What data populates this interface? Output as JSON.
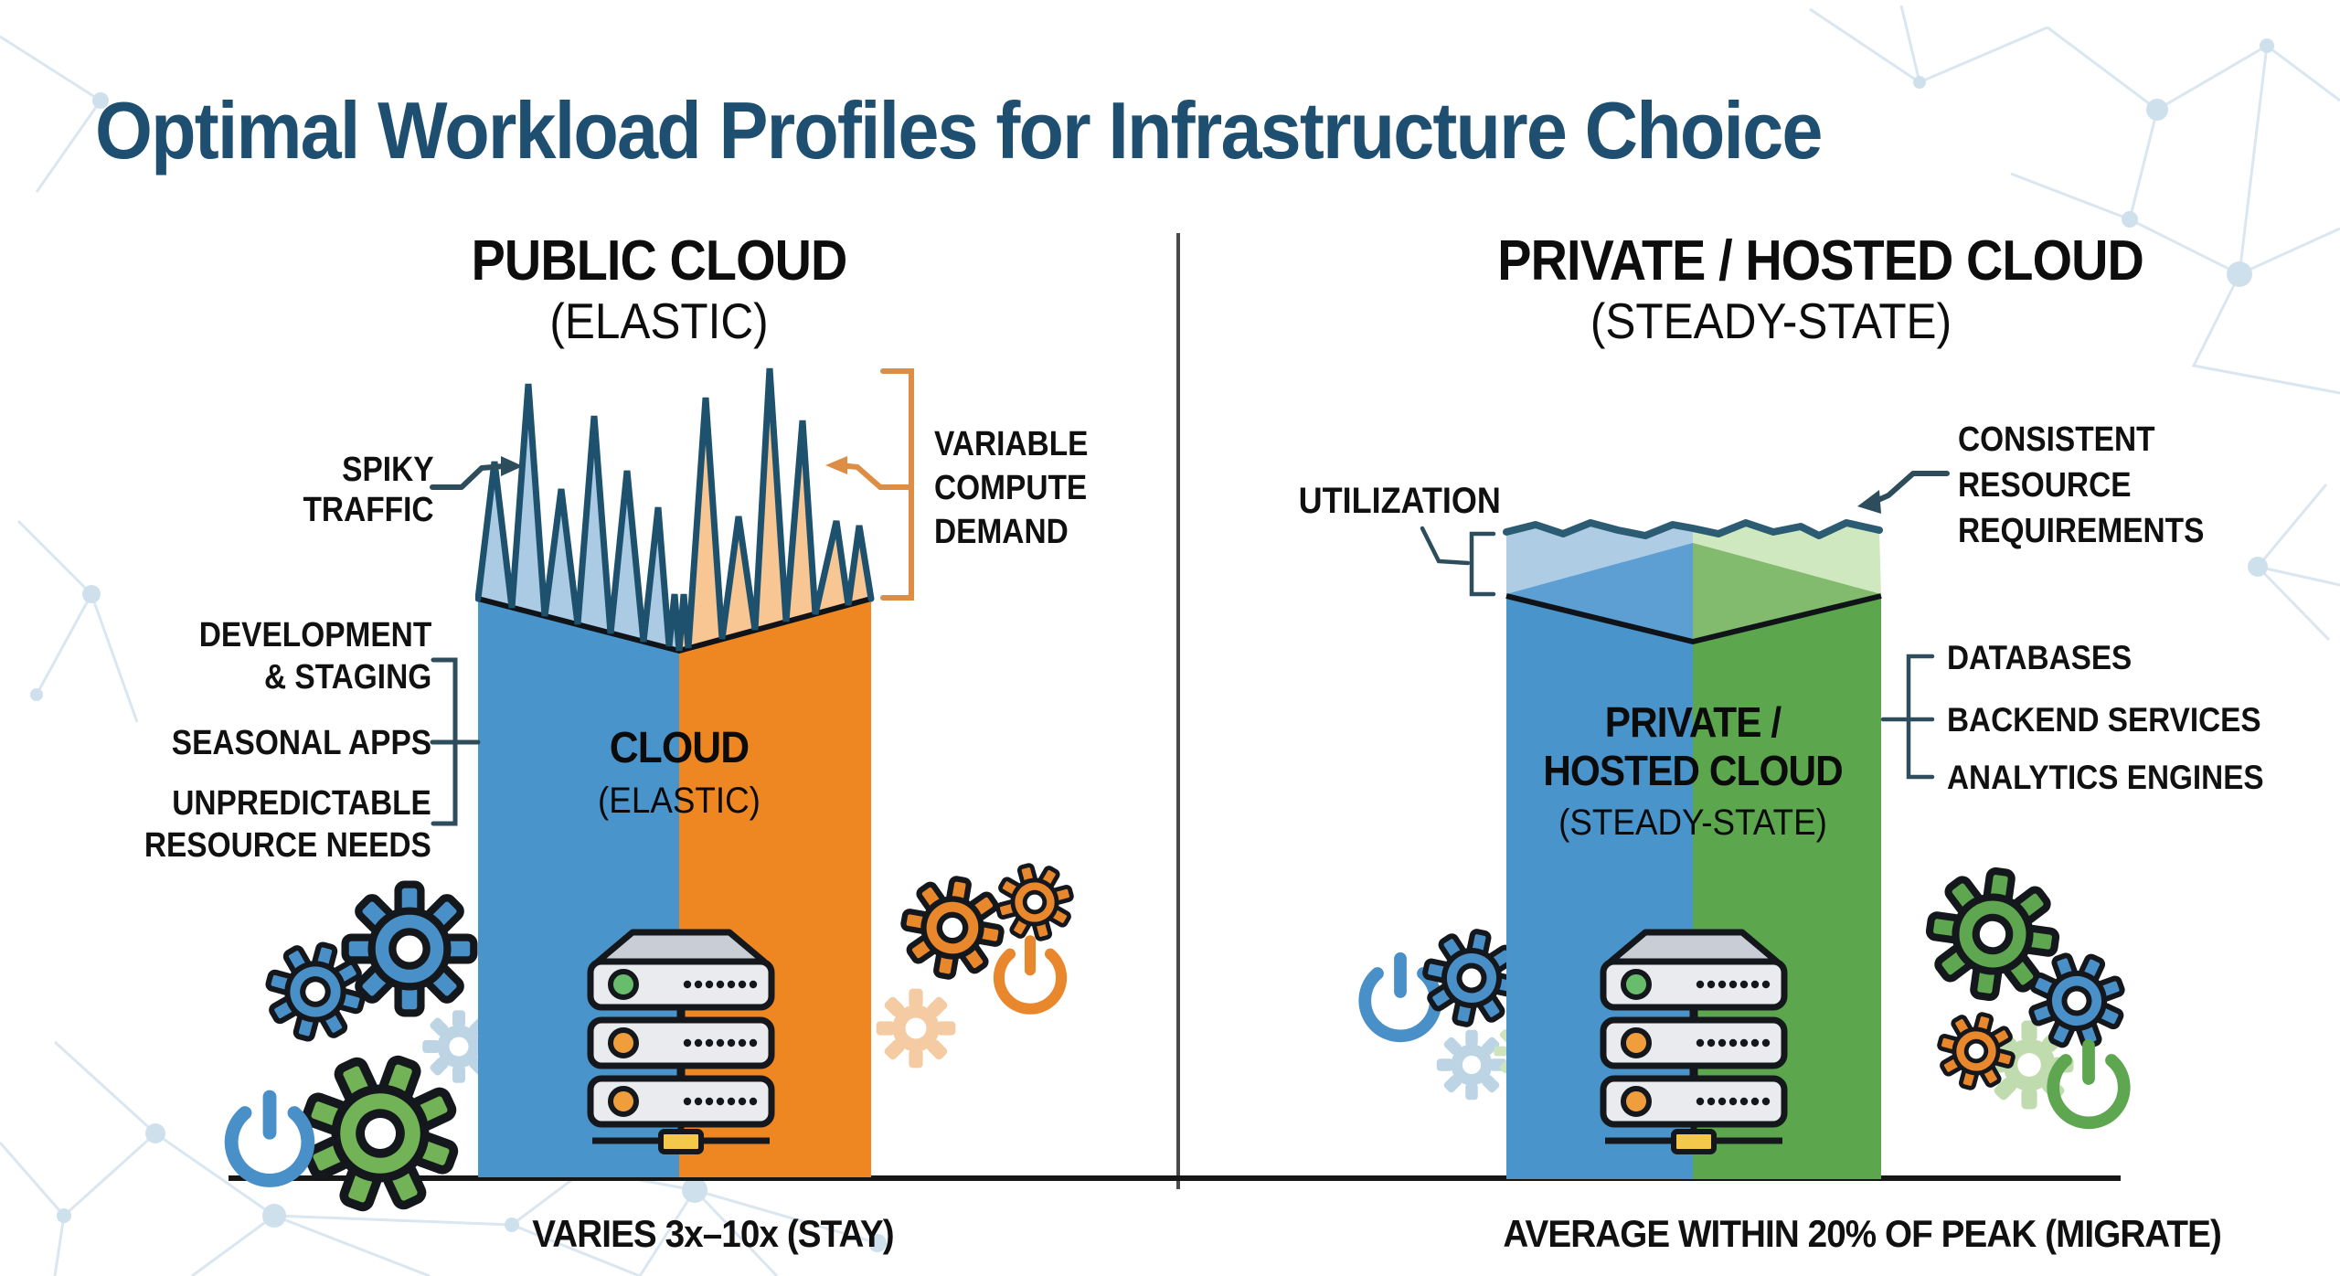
{
  "title": "Optimal Workload Profiles for Infrastructure Choice",
  "left": {
    "heading": "PUBLIC CLOUD",
    "subheading": "(ELASTIC)",
    "spiky_label": {
      "lines": [
        "SPIKY",
        "TRAFFIC"
      ]
    },
    "demand_label": {
      "lines": [
        "VARIABLE",
        "COMPUTE",
        "DEMAND"
      ]
    },
    "use_cases": [
      {
        "lines": [
          "DEVELOPMENT",
          "& STAGING"
        ]
      },
      {
        "lines": [
          "SEASONAL APPS"
        ]
      },
      {
        "lines": [
          "UNPREDICTABLE",
          "RESOURCE NEEDS"
        ]
      }
    ],
    "column_label": {
      "lines": [
        "CLOUD",
        "(ELASTIC)"
      ]
    },
    "caption": "VARIES 3x–10x (STAY)"
  },
  "right": {
    "heading": "PRIVATE / HOSTED CLOUD",
    "subheading": "(STEADY-STATE)",
    "utilization_label": "UTILIZATION",
    "consistent_label": {
      "lines": [
        "CONSISTENT",
        "RESOURCE",
        "REQUIREMENTS"
      ]
    },
    "workloads": [
      "DATABASES",
      "BACKEND SERVICES",
      "ANALYTICS ENGINES"
    ],
    "column_label": {
      "lines": [
        "PRIVATE /",
        "HOSTED CLOUD",
        "(STEADY-STATE)"
      ]
    },
    "caption": "AVERAGE WITHIN 20% OF PEAK (MIGRATE)"
  },
  "icons": {
    "gear": "gear-icon",
    "power": "power-icon",
    "server": "server-stack-icon",
    "network": "network-decoration"
  },
  "colors": {
    "title_blue": "#1e4f71",
    "column_blue": "#4a94cc",
    "column_orange": "#ee8722",
    "column_green": "#5ca74e",
    "spike_fill_blue": "#aacbe3",
    "spike_fill_orange": "#f7c693",
    "band_light_green": "#cfe8c0",
    "spike_stroke": "#1d516d",
    "wave_stroke": "#2b5c74",
    "bracket_orange": "#dd8e44",
    "bracket_dark": "#2e4d5c",
    "text_black": "#101010"
  }
}
